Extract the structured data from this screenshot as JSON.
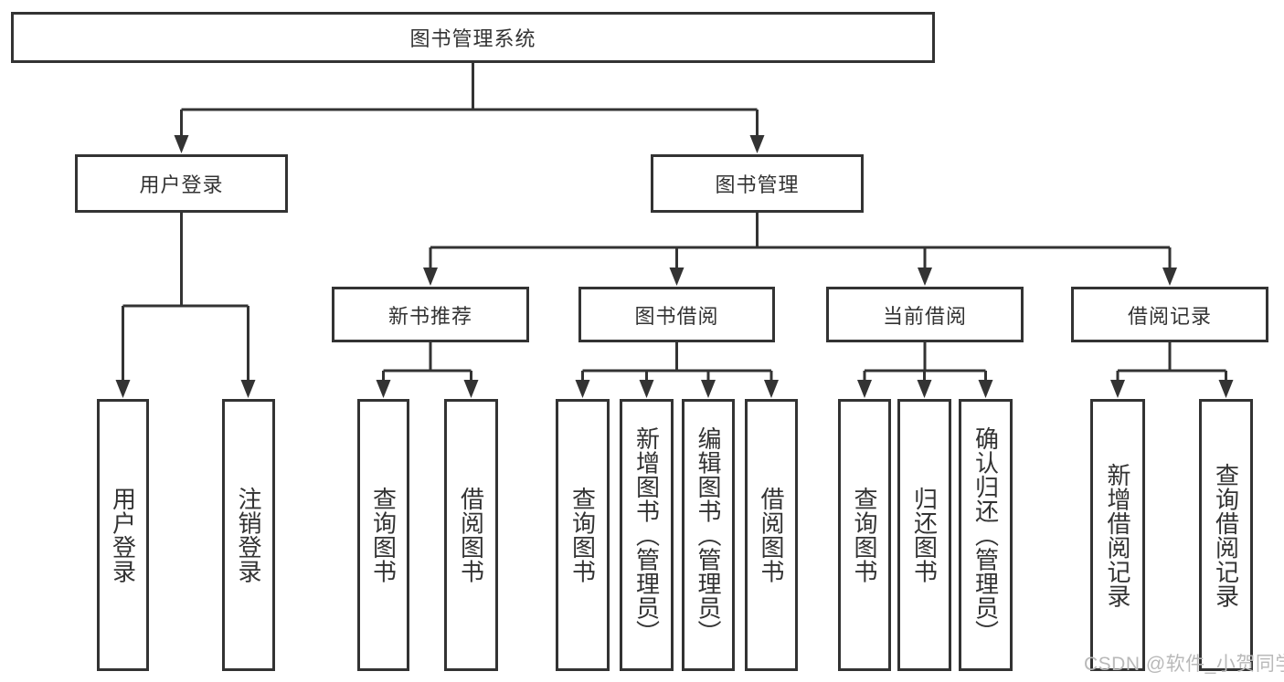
{
  "diagram_type": "hierarchy-tree",
  "colors": {
    "line": "#333333",
    "text": "#333333",
    "watermark": "#b9b9b9",
    "background": "#ffffff"
  },
  "tree": {
    "label": "图书管理系统",
    "children": [
      {
        "label": "用户登录",
        "children": [
          {
            "label": "用户登录"
          },
          {
            "label": "注销登录"
          }
        ]
      },
      {
        "label": "图书管理",
        "children": [
          {
            "label": "新书推荐",
            "children": [
              {
                "label": "查询图书"
              },
              {
                "label": "借阅图书"
              }
            ]
          },
          {
            "label": "图书借阅",
            "children": [
              {
                "label": "查询图书"
              },
              {
                "label": "新增图书（管理员）"
              },
              {
                "label": "编辑图书（管理员）"
              },
              {
                "label": "借阅图书"
              }
            ]
          },
          {
            "label": "当前借阅",
            "children": [
              {
                "label": "查询图书"
              },
              {
                "label": "归还图书"
              },
              {
                "label": "确认归还（管理员）"
              }
            ]
          },
          {
            "label": "借阅记录",
            "children": [
              {
                "label": "新增借阅记录"
              },
              {
                "label": "查询借阅记录"
              }
            ]
          }
        ]
      }
    ]
  },
  "watermark": {
    "text": "CSDN @软件_小贺同学"
  }
}
